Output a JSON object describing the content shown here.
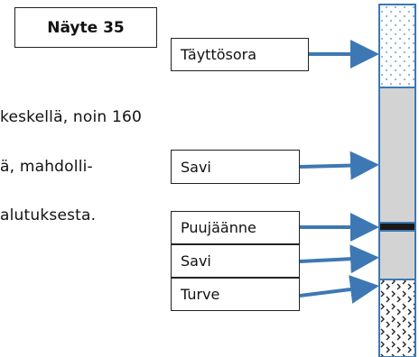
{
  "sample": {
    "title": "Näyte 35"
  },
  "text_lines": [
    "keskellä, noin 160",
    "ä, mahdolli-",
    "alutuksesta."
  ],
  "layers": [
    {
      "label": "Täyttösora",
      "pattern": "dotted"
    },
    {
      "label": "Savi",
      "pattern": "solid-gray"
    },
    {
      "label": "Puujäänne",
      "pattern": "black-band"
    },
    {
      "label": "Savi",
      "pattern": "solid-gray"
    },
    {
      "label": "Turve",
      "pattern": "checker"
    }
  ],
  "colors": {
    "arrow": "#3d78b4",
    "clay": "#d3d3d3",
    "wood": "#1a1a1a",
    "outline": "#3d78b4"
  }
}
